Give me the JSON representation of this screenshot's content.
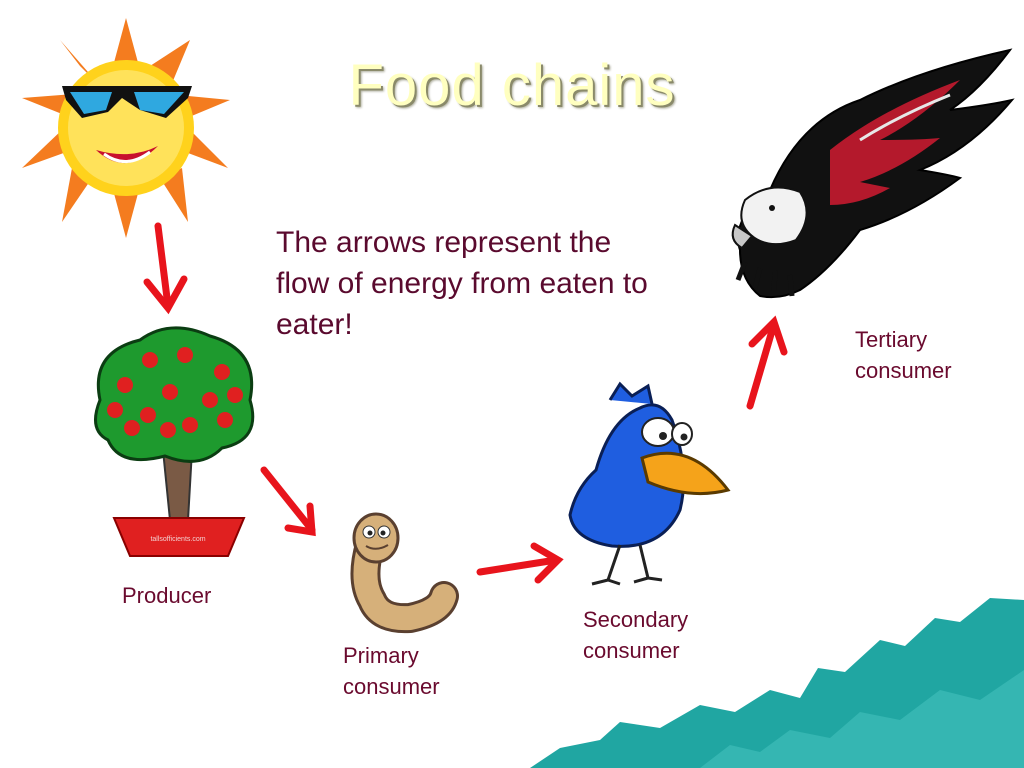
{
  "title": "Food chains",
  "caption": "The arrows represent the flow of energy from eaten to eater!",
  "labels": {
    "producer": "Producer",
    "primary": "Primary consumer",
    "secondary": "Secondary consumer",
    "tertiary": "Tertiary consumer"
  },
  "pot_text": "tallsofficients.com",
  "colors": {
    "arrow": "#e8141c",
    "title": "#ffffc0",
    "text": "#6a0a2e",
    "teal": "#20a6a2"
  },
  "icons": [
    "sun-with-sunglasses-icon",
    "apple-tree-icon",
    "worm-icon",
    "bird-icon",
    "eagle-icon",
    "arrow-icon"
  ]
}
